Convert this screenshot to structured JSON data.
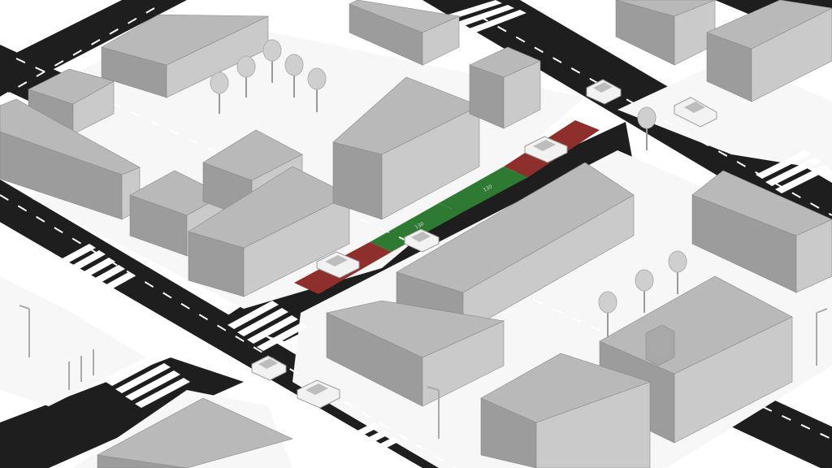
{
  "scene": {
    "colors": {
      "road": "#1e1e1e",
      "ground": "#ffffff",
      "block": "#f7f7f7",
      "building_top": "#b9b9b9",
      "building_left": "#9c9c9c",
      "building_right": "#cacaca",
      "zone_red": "#8e2f2c",
      "zone_green": "#2f7a33",
      "marking": "#ffffff",
      "car": "#f2f2f2"
    },
    "zone_labels": [
      "130",
      "130",
      "130",
      "130"
    ]
  }
}
